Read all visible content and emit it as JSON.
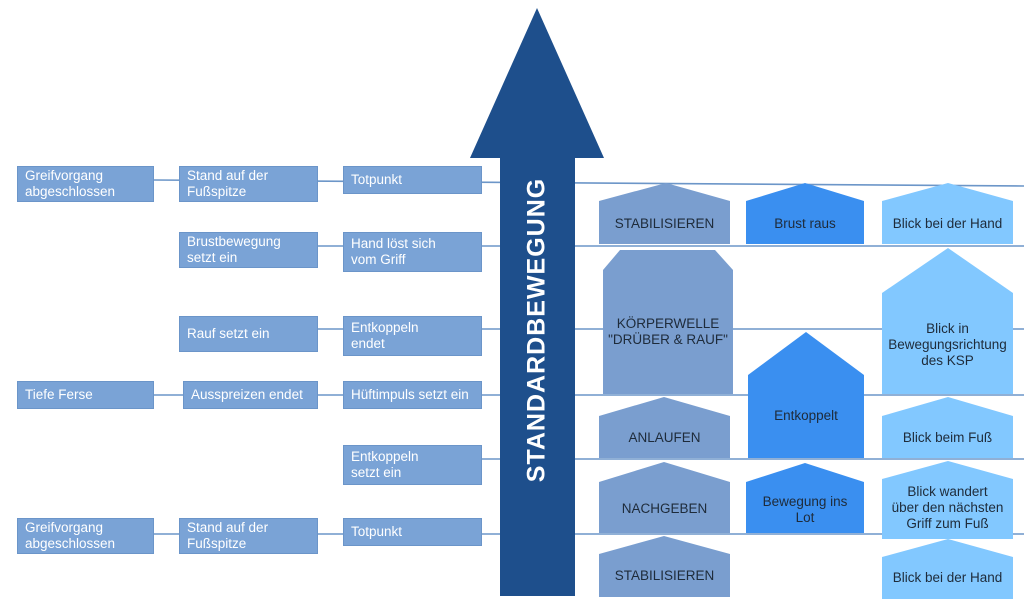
{
  "colors": {
    "box_fill": "#7aa3d6",
    "line": "#6c96c8",
    "arrow": "#1e4f8c",
    "shape_gray": "#7a9ecf",
    "shape_blue": "#3a8ff0",
    "shape_light": "#82c8ff"
  },
  "arrow": {
    "label": "STANDARDBEWEGUNG"
  },
  "left_column": {
    "row1": "Greifvorgang\nabgeschlossen",
    "row5": "Tiefe Ferse",
    "row7": "Greifvorgang\nabgeschlossen"
  },
  "middle_column": {
    "row1": "Stand auf der\nFußspitze",
    "row2": "Brustbewegung\nsetzt ein",
    "row3": "Rauf setzt ein",
    "row5": "Ausspreizen endet",
    "row7": "Stand auf der\nFußspitze"
  },
  "phase_column": {
    "row1": "Totpunkt",
    "row2": "Hand löst sich\nvom Griff",
    "row3": "Entkoppeln\nendet",
    "row5": "Hüftimpuls setzt ein",
    "row6": "Entkoppeln\nsetzt ein",
    "row7": "Totpunkt"
  },
  "body_shapes": [
    "STABILISIEREN",
    "KÖRPERWELLE\n\"DRÜBER & RAUF\"",
    "ANLAUFEN",
    "NACHGEBEN",
    "STABILISIEREN"
  ],
  "chest_shapes": [
    "Brust raus",
    "Entkoppelt",
    "Bewegung ins\nLot"
  ],
  "gaze_shapes": [
    "Blick bei der Hand",
    "Blick in\nBewegungsrichtung\ndes KSP",
    "Blick beim Fuß",
    "Blick wandert\nüber den nächsten\nGriff zum Fuß",
    "Blick bei der Hand"
  ]
}
